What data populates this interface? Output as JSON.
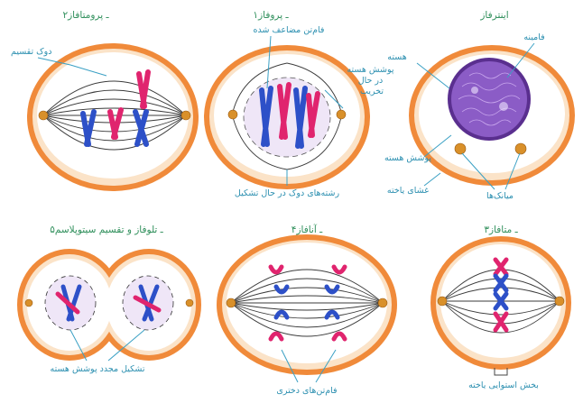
{
  "panels": {
    "interphase": {
      "title": "اینترفاز",
      "label_chromatin": "فامینه",
      "label_nucleus": "هسته",
      "label_nuclear_envelope": "پوشش هسته",
      "label_cell_membrane": "غشای یاخته",
      "label_centrioles": "میانک‌ها"
    },
    "prophase": {
      "title": "۱ـ پروفاز",
      "label_duplicated_chromosome": "فام‌تن مضاعف شده",
      "label_envelope_breaking": "پوشش هسته\nدر حال\nتخریب",
      "label_spindle_forming": "رشته‌های دوک در حال تشکیل"
    },
    "prometaphase": {
      "title": "۲ـ پرومتافاز",
      "label_spindle": "دوک تقسیم"
    },
    "metaphase": {
      "title": "۳ـ متافاز",
      "label_equator": "بخش استوایی یاخته"
    },
    "anaphase": {
      "title": "۴ـ آنافاز",
      "label_daughter_chromosomes": "فام‌تن‌های دختری"
    },
    "telophase": {
      "title": "۵ـ تلوفاز و تقسیم سیتوپلاسم",
      "label_reforming_envelope": "تشکیل مجدد پوشش هسته"
    }
  },
  "colors": {
    "cell_outer": "#f08a3a",
    "cell_inner": "#fbe3c8",
    "chromosome_pink": "#e0246e",
    "chromosome_blue": "#2d50c8",
    "label_blue": "#2b8fb0",
    "title_green": "#2f8f5b",
    "nucleus_purple": "#8b5cc6"
  }
}
